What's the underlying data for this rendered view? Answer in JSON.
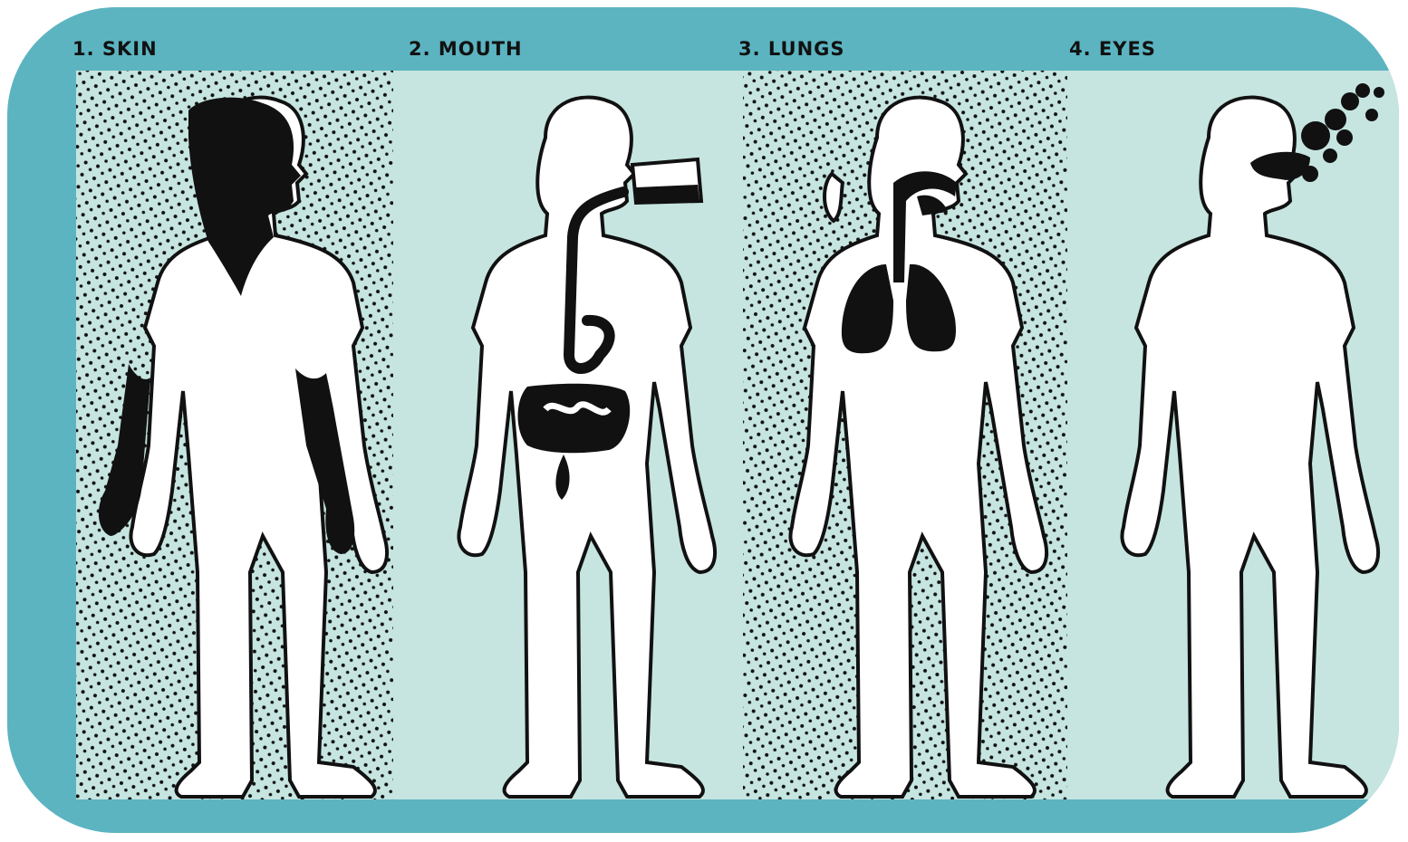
{
  "panels": [
    {
      "label": "1. SKIN"
    },
    {
      "label": "2. MOUTH"
    },
    {
      "label": "3. LUNGS"
    },
    {
      "label": "4. EYES"
    }
  ],
  "colors": {
    "frame": "#5cb4c1",
    "panel_bg": "#c6e5e0",
    "silhouette_fill": "#ffffff",
    "ink": "#111111"
  },
  "icons": [
    "skin-exposure-figure",
    "ingestion-figure",
    "inhalation-figure",
    "eye-exposure-figure"
  ]
}
